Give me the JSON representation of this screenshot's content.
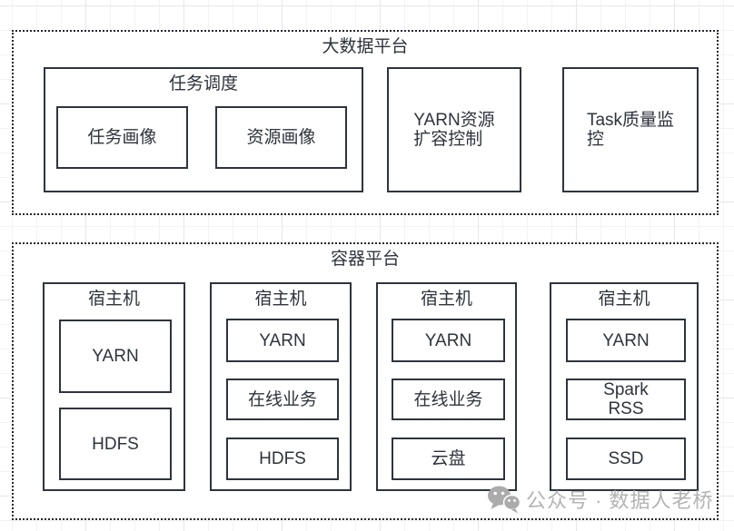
{
  "diagram": {
    "big_data_platform": {
      "title": "大数据平台",
      "task_scheduler": {
        "title": "任务调度",
        "task_profile": "任务画像",
        "resource_profile": "资源画像"
      },
      "yarn_scaling": "YARN资源\n扩容控制",
      "task_quality": "Task质量监\n控"
    },
    "container_platform": {
      "title": "容器平台",
      "hosts": [
        {
          "title": "宿主机",
          "components": [
            "YARN",
            "HDFS"
          ]
        },
        {
          "title": "宿主机",
          "components": [
            "YARN",
            "在线业务",
            "HDFS"
          ]
        },
        {
          "title": "宿主机",
          "components": [
            "YARN",
            "在线业务",
            "云盘"
          ]
        },
        {
          "title": "宿主机",
          "components": [
            "YARN",
            "Spark\nRSS",
            "SSD"
          ]
        }
      ]
    }
  },
  "watermark": {
    "icon": "wechat-icon",
    "text": "公众号 · 数据人老桥"
  },
  "colors": {
    "stroke": "#2e343e",
    "dashed_stroke": "#23272e",
    "text": "#2e333c",
    "watermark_gray": "#b3b3b3",
    "grid_minor": "#f3f3f3",
    "grid_major": "#e7e7e7"
  }
}
